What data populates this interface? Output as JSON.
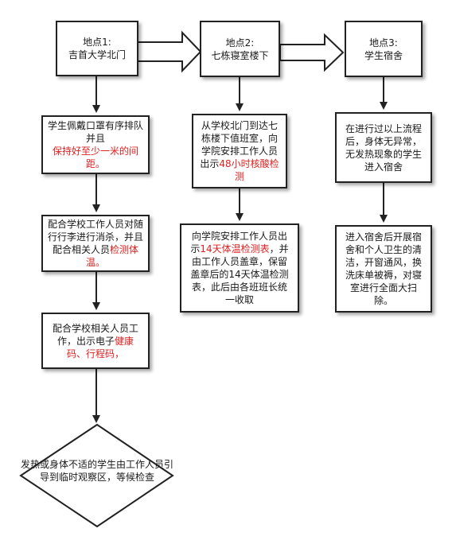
{
  "colors": {
    "highlight": "#e02020",
    "stroke": "#222222",
    "text": "#1a1a1a"
  },
  "nodes": {
    "loc1": {
      "line1": "地点1:",
      "line2": "吉首大学北门"
    },
    "loc2": {
      "line1": "地点2:",
      "line2": "七栋寝室楼下"
    },
    "loc3": {
      "line1": "地点3:",
      "line2": "学生宿舍"
    },
    "step1a": {
      "text": "学生佩戴口罩有序排队并且",
      "red": "保持好至少一米的间距。"
    },
    "step1b": {
      "text": "配合学校工作人员对随行行李进行消杀，并且配合相关人员",
      "red": "检测体温。"
    },
    "step1c": {
      "text": "配合学校相关人员工作，出示电子",
      "red": "健康码、行程码，"
    },
    "decision": {
      "text": "发热或身体不适的学生由工作人员引导到临时观察区，等候检查"
    },
    "step2a": {
      "text": "从学校北门到达七栋楼下值班室，向学院安排工作人员出示",
      "red": "48小时核酸检测"
    },
    "step2b": {
      "text_pre": "向学院安排工作人员出示",
      "red": "14天体温检测表",
      "text_post": "，并由工作人员盖章，保留盖章后的14天体温检测表，此后由各班班长统一收取"
    },
    "step3a": {
      "text": "在进行过以上流程后，身体无异常，无发热现象的学生进入宿舍"
    },
    "step3b": {
      "text": "进入宿舍后开展宿舍和个人卫生的清洁，开窗通风，换洗床单被褥，对寝室进行全面大扫除。"
    }
  }
}
